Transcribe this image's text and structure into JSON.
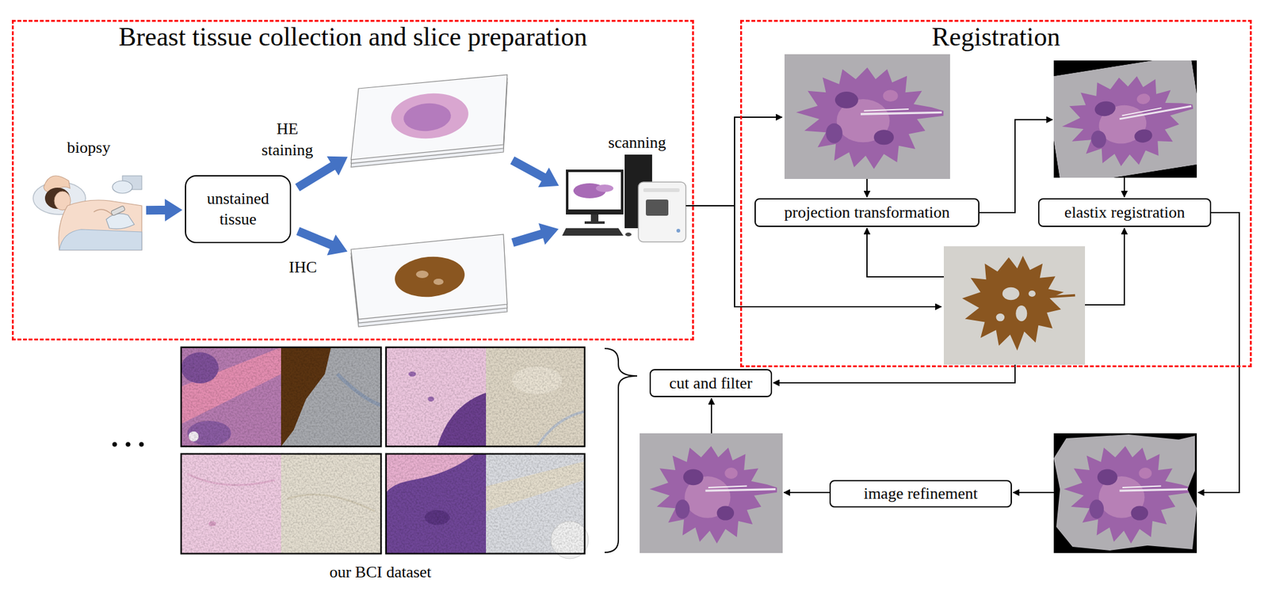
{
  "diagram": {
    "nodes": [
      {
        "text": [
          "Breast tissue collection and slice preparation"
        ]
      },
      {
        "text": [
          "biopsy"
        ],
        "in": 0
      },
      {
        "text": [
          "unstained tissue"
        ],
        "in": 0
      },
      {
        "text": [
          "HE staining"
        ],
        "in": 0
      },
      {
        "text": [
          "IHC"
        ],
        "in": 0
      },
      {
        "text": [
          "scanning"
        ],
        "in": 0
      },
      {
        "text": [
          "Registration"
        ]
      },
      {
        "text": [
          "projection transformation"
        ],
        "in": 6
      },
      {
        "text": [
          "elastix registration"
        ],
        "in": 6
      },
      {
        "text": [
          "cut and filter"
        ]
      },
      {
        "text": [
          "image refinement"
        ]
      }
    ],
    "edges": [
      {
        "from": 1,
        "to": 2,
        "arrow": "to"
      },
      {
        "from": 2,
        "to": 3,
        "arrow": "to"
      },
      {
        "from": 2,
        "to": 4,
        "arrow": "to"
      },
      {
        "from": 3,
        "to": 5,
        "arrow": "to"
      },
      {
        "from": 4,
        "to": 5,
        "arrow": "to"
      }
    ],
    "labels": [
      "…",
      "our BCI dataset"
    ]
  }
}
